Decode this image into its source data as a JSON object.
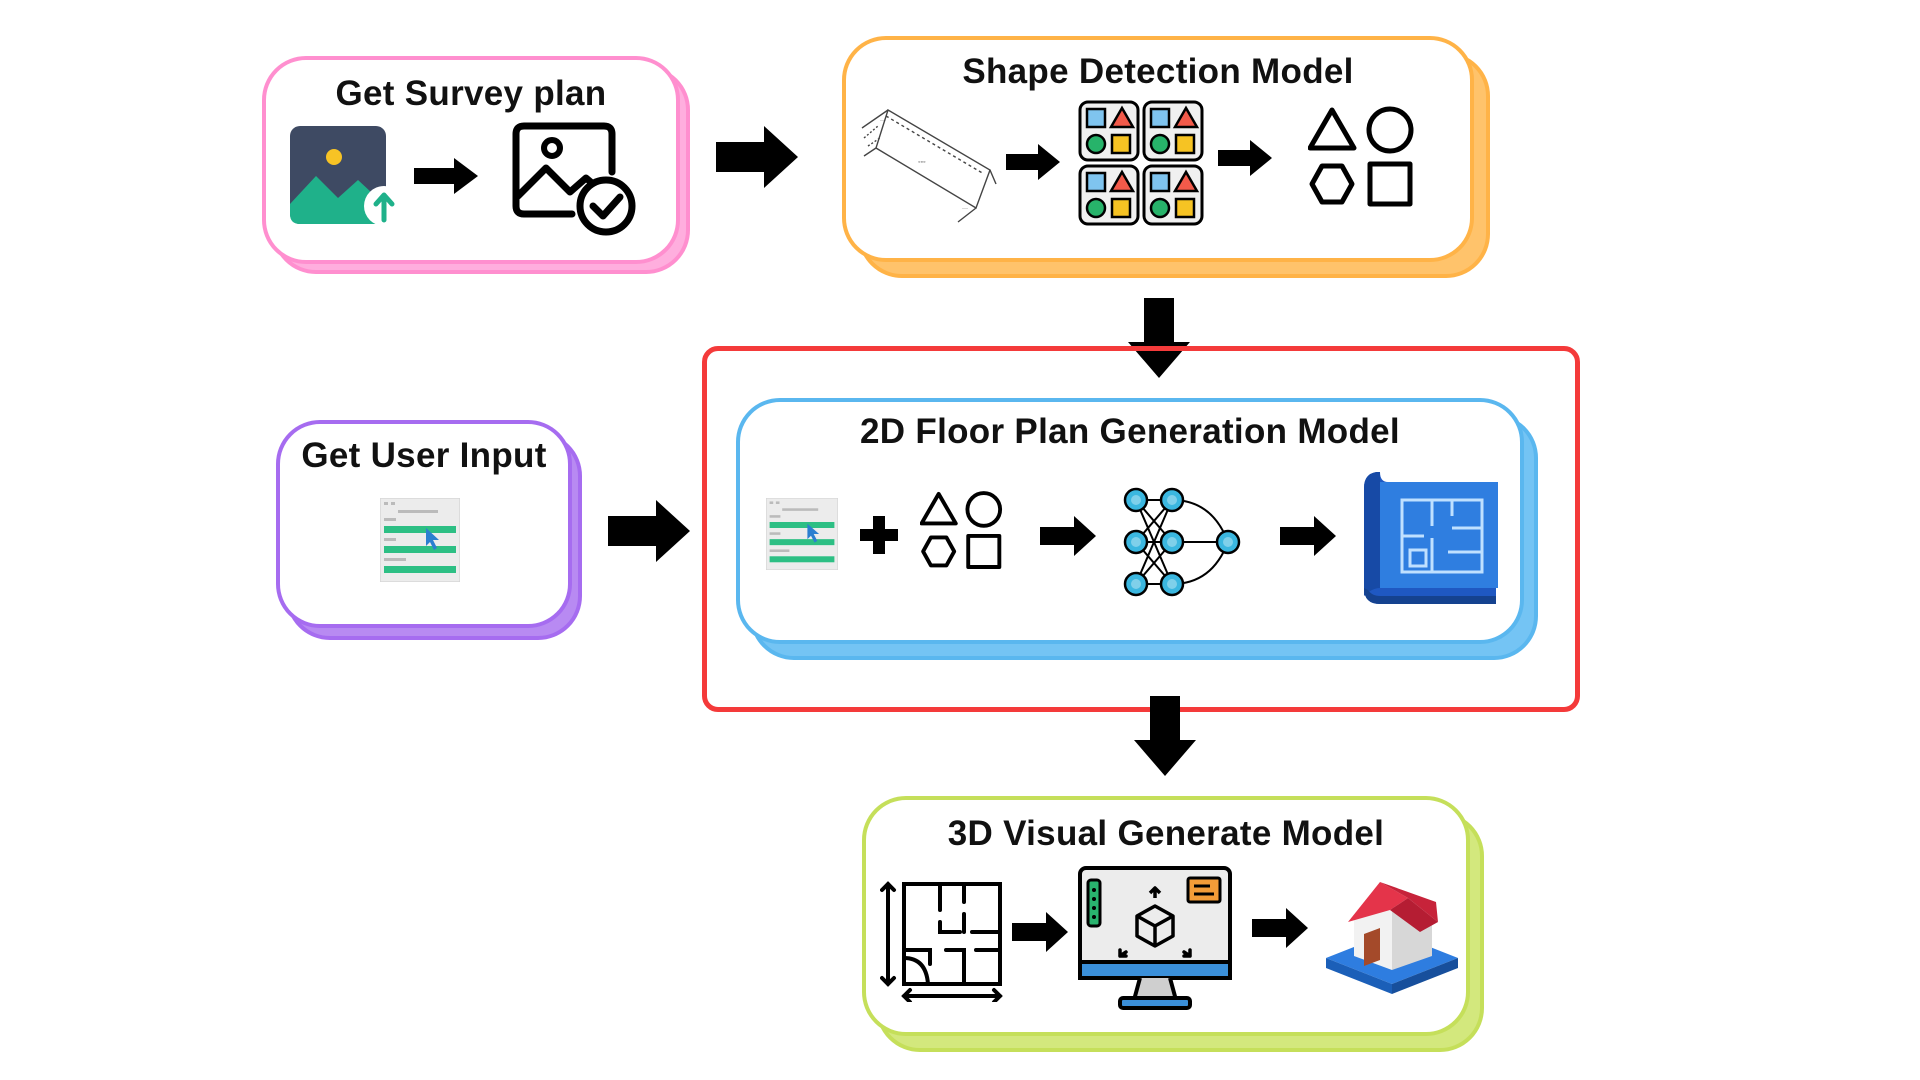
{
  "survey": {
    "title": "Get Survey plan",
    "icons": [
      "image-upload-icon",
      "image-check-icon"
    ]
  },
  "shape_detection": {
    "title": "Shape Detection Model",
    "icons": [
      "survey-plan-sketch-icon",
      "shape-grid-icon",
      "shapes-icon"
    ]
  },
  "user_input": {
    "title": "Get User Input",
    "icons": [
      "form-input-icon"
    ]
  },
  "floor_plan": {
    "title": "2D Floor Plan Generation Model",
    "icons": [
      "form-input-icon",
      "plus-icon",
      "shapes-icon",
      "neural-network-icon",
      "blueprint-icon"
    ]
  },
  "visual_3d": {
    "title": "3D Visual Generate Model",
    "icons": [
      "floor-plan-icon",
      "3d-monitor-icon",
      "house-icon"
    ]
  },
  "colors": {
    "survey_border": "#ff8fcf",
    "shape_border": "#ffb347",
    "user_border": "#a66cf0",
    "floor_border": "#5ab7ef",
    "highlight_border": "#f43a3a",
    "visual_border": "#c5df5a"
  }
}
